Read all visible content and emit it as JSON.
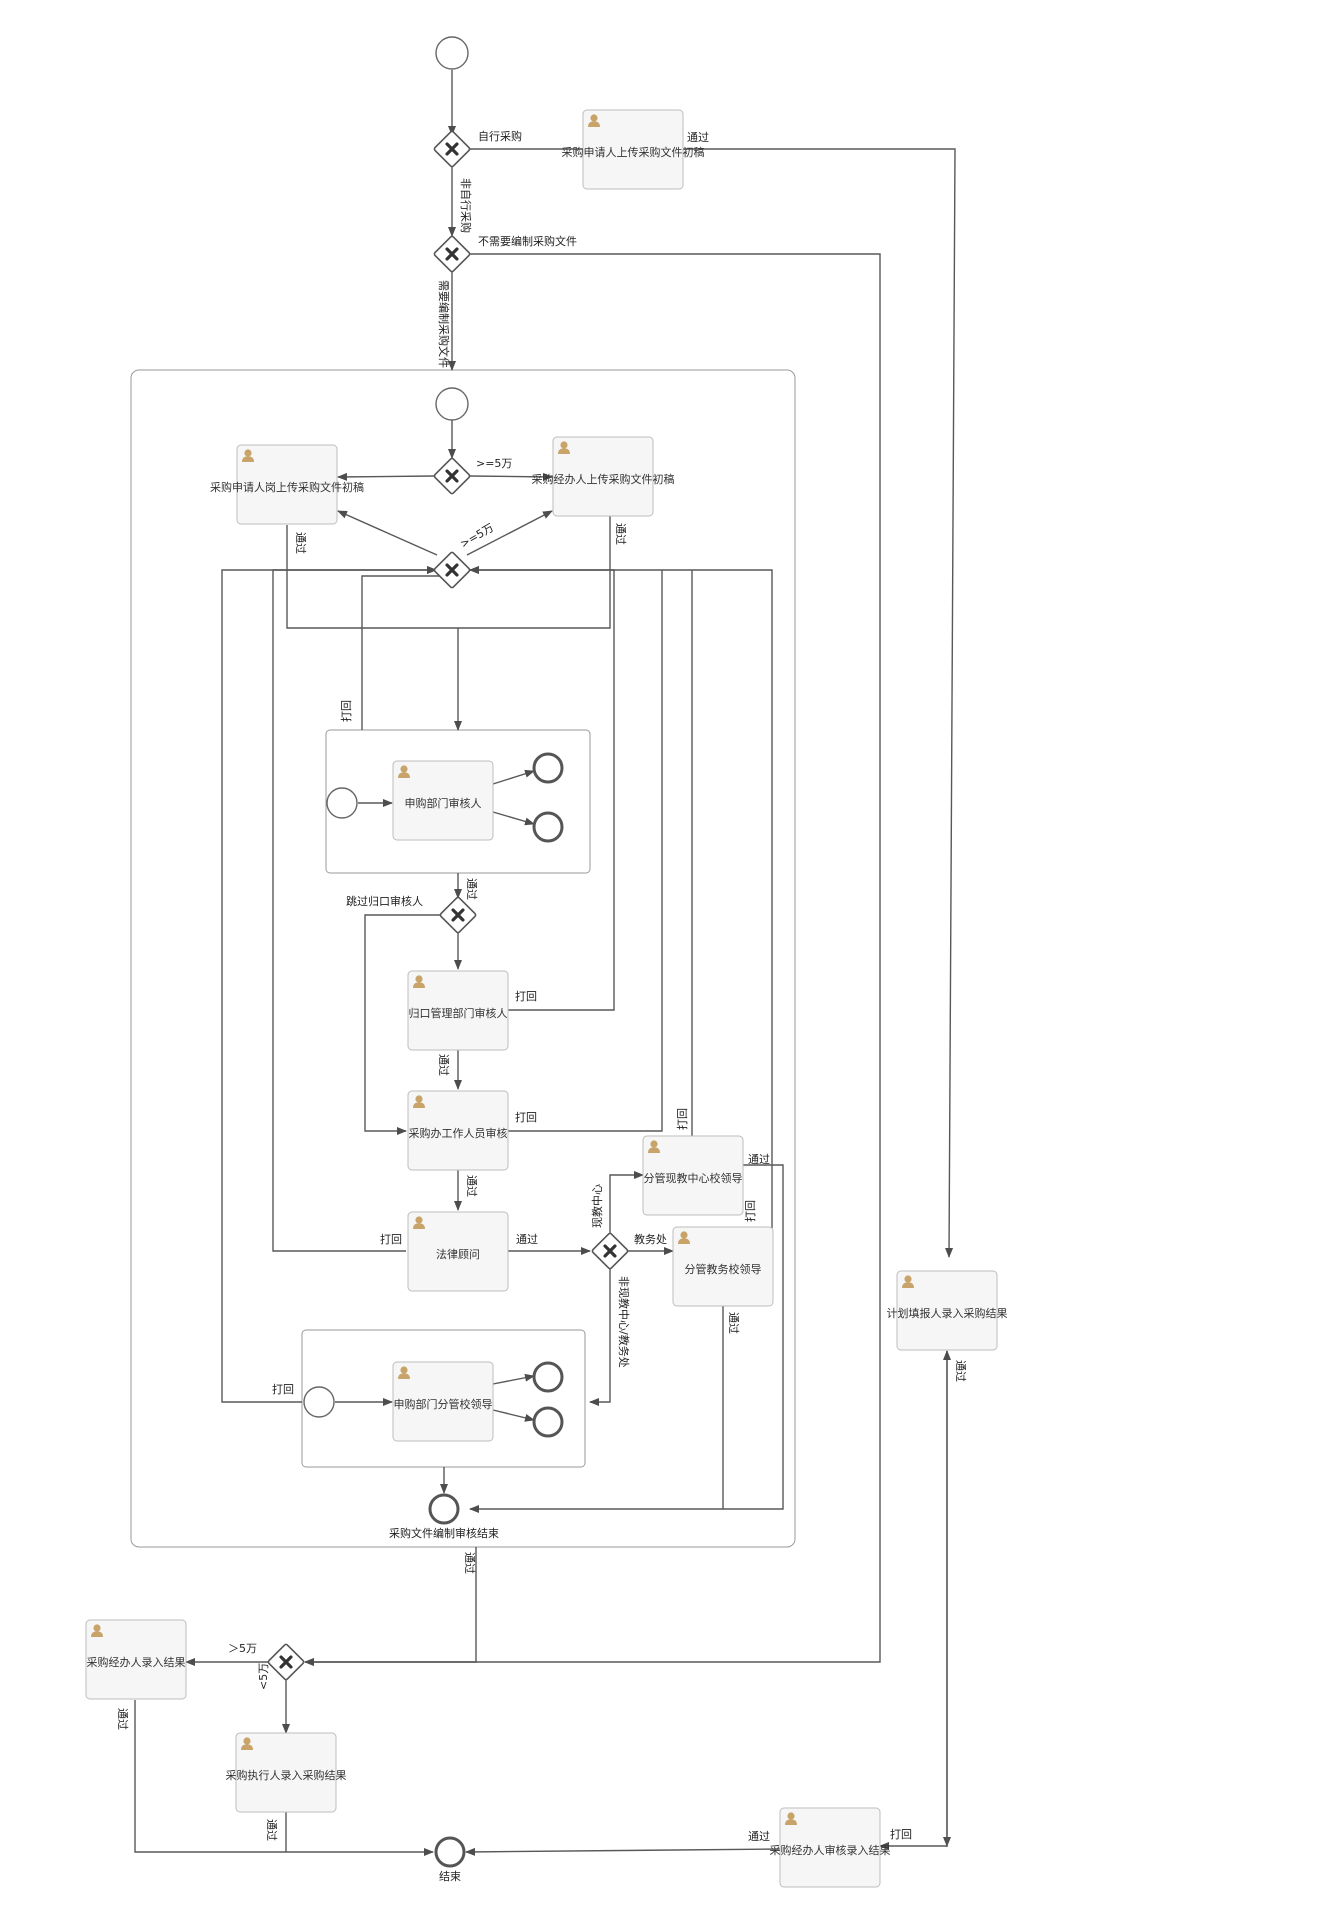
{
  "events": {
    "end_main_label": "结束",
    "end_sub_label": "采购文件编制审核结束"
  },
  "tasks": {
    "t_upload_self": "采购申请人上传采购文件初稿",
    "t_upload_dept": "采购申请人岗上传采购文件初稿",
    "t_upload_agent": "采购经办人上传采购文件初稿",
    "t_dept_review": "申购部门审核人",
    "t_gk_review": "归口管理部门审核人",
    "t_office_review": "采购办工作人员审核",
    "t_legal": "法律顾问",
    "t_center_leader": "分管现教中心校领导",
    "t_academic_leader": "分管教务校领导",
    "t_dept_leader": "申购部门分管校领导",
    "t_plan_result": "计划填报人录入采购结果",
    "t_agent_result": "采购经办人录入结果",
    "t_exec_result": "采购执行人录入采购结果",
    "t_agent_audit": "采购经办人审核录入结果"
  },
  "flows": {
    "self_purchase": "自行采购",
    "non_self": "非自行采购",
    "no_doc": "不需要编制采购文件",
    "need_doc": "需要编制采购文件",
    "pass": "通过",
    "ge5w": ">=5万",
    "back": "打回",
    "skip_gk": "跳过归口审核人",
    "center": "现教中心",
    "academic": "教务处",
    "non_center": "非现教中心/教务处",
    "gt5w": "＞5万",
    "lt5w": "<5万"
  },
  "colors": {
    "user_icon": "#c9a46a",
    "task_fill": "#f6f6f6",
    "flow_stroke": "#585858"
  }
}
